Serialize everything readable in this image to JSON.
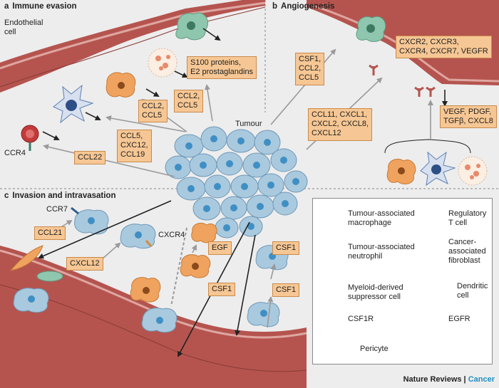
{
  "panels": {
    "a": {
      "letter": "a",
      "title": "Immune evasion"
    },
    "b": {
      "letter": "b",
      "title": "Angiogenesis"
    },
    "c": {
      "letter": "c",
      "title": "Invasion and intravasation"
    }
  },
  "labels": {
    "endothelial_cell": [
      "Endothelial",
      "cell"
    ],
    "tumour": "Tumour",
    "ccr4": "CCR4",
    "ccr7": "CCR7",
    "cxcr4": "CXCR4"
  },
  "boxes": {
    "s100": [
      "S100 proteins,",
      "E2 prostaglandins"
    ],
    "ccl2_ccl5_upper": [
      "CCL2,",
      "CCL5"
    ],
    "ccl2_ccl5_lower": [
      "CCL2,",
      "CCL5"
    ],
    "ccl5_cxc12_ccl19": [
      "CCL5,",
      "CXC12,",
      "CCL19"
    ],
    "ccl22": [
      "CCL22"
    ],
    "csf1_ccl2_ccl5": [
      "CSF1,",
      "CCL2,",
      "CCL5"
    ],
    "cxcr_group": [
      "CXCR2, CXCR3,",
      "CXCR4, CXCR7, VEGFR"
    ],
    "ccl11_group": [
      "CCL11, CXCL1,",
      "CXCL2, CXCL8,",
      "CXCL12"
    ],
    "vegf_group": [
      "VEGF, PDGF,",
      "TGFβ, CXCL8"
    ],
    "ccl21": [
      "CCL21"
    ],
    "cxcl12": [
      "CXCL12"
    ],
    "egf": [
      "EGF"
    ],
    "csf1_left": [
      "CSF1"
    ],
    "csf1_right_upper": [
      "CSF1"
    ],
    "csf1_right_lower": [
      "CSF1"
    ]
  },
  "legend": {
    "tam": [
      "Tumour-associated",
      "macrophage"
    ],
    "treg": [
      "Regulatory",
      "T cell"
    ],
    "tan": [
      "Tumour-associated",
      "neutrophil"
    ],
    "caf": [
      "Cancer-",
      "associated",
      "fibroblast"
    ],
    "mdsc": [
      "Myeloid-derived",
      "suppressor cell"
    ],
    "dc": [
      "Dendritic",
      "cell"
    ],
    "csf1r": [
      "CSF1R"
    ],
    "egfr": [
      "EGFR"
    ],
    "pericyte": [
      "Pericyte"
    ]
  },
  "footer": {
    "journal": "Nature Reviews",
    "separator": " | ",
    "section": "Cancer"
  },
  "colors": {
    "background": "#ededed",
    "vessel": "#b5544f",
    "vessel_light": "#dfa6a1",
    "tumour_cell": "#a9c9de",
    "tumour_nucleus": "#3f8fc4",
    "box_fill": "#f6c794",
    "macrophage": "#f0a35e",
    "mdsc": "#8fc7ae",
    "dendritic": "#5d7fb3",
    "treg": "#c23a3a",
    "neutrophil": "#e88a6b",
    "csf1r": "#2f5d8c",
    "egfr": "#d98b3a"
  }
}
